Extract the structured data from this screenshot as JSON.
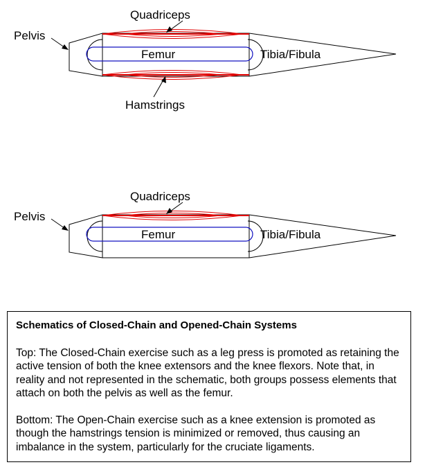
{
  "top": {
    "pelvis": "Pelvis",
    "quadriceps": "Quadriceps",
    "femur": "Femur",
    "tibia": "Tibia/Fibula",
    "hamstrings": "Hamstrings"
  },
  "bottom": {
    "pelvis": "Pelvis",
    "quadriceps": "Quadriceps",
    "femur": "Femur",
    "tibia": "Tibia/Fibula"
  },
  "caption": {
    "title": "Schematics of Closed-Chain and Opened-Chain Systems",
    "top_paragraph": "Top: The Closed-Chain exercise such as a leg press is promoted as retaining the active tension of both the knee extensors and the knee flexors. Note that, in reality and not represented in the schematic, both groups possess elements that attach on both the pelvis as well as the femur.",
    "bottom_paragraph": "Bottom: The Open-Chain exercise such as a knee extension is promoted as though the hamstrings tension is minimized or removed, thus causing an imbalance in the system, particularly for the cruciate ligaments."
  },
  "colors": {
    "muscle": "#e00000",
    "bone": "#1010c0",
    "outline": "#000000"
  }
}
